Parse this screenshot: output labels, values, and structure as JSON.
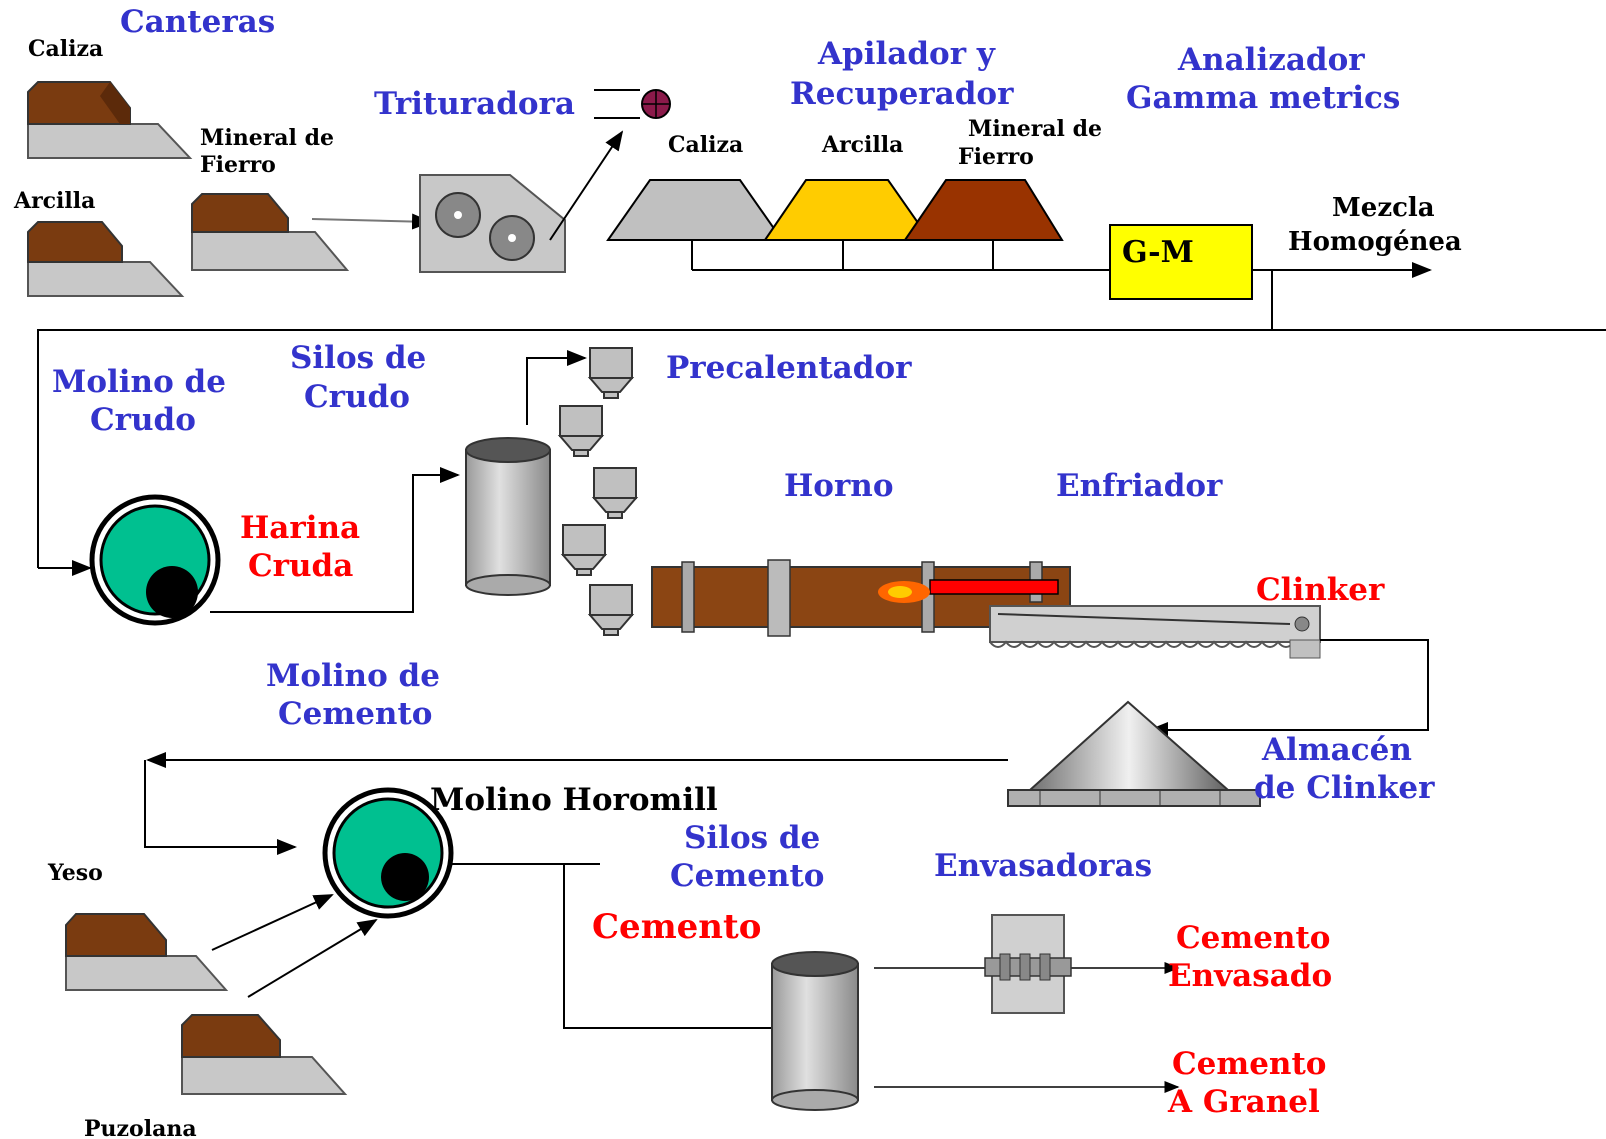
{
  "quarry": {
    "title": "Canteras",
    "caliza": "Caliza",
    "arcilla": "Arcilla",
    "mineral_l1": "Mineral de",
    "mineral_l2": "Fierro"
  },
  "crusher": {
    "title": "Trituradora"
  },
  "stacker": {
    "title_l1": "Apilador y",
    "title_l2": "Recuperador",
    "caliza": "Caliza",
    "arcilla": "Arcilla",
    "mineral_l1": "Mineral de",
    "mineral_l2": "Fierro"
  },
  "analyzer": {
    "title_l1": "Analizador",
    "title_l2": "Gamma metrics",
    "box_label": "G-M",
    "output_l1": "Mezcla",
    "output_l2": "Homogénea"
  },
  "raw_mill": {
    "title_l1": "Molino de",
    "title_l2": "Crudo",
    "product_l1": "Harina",
    "product_l2": "Cruda"
  },
  "raw_silos": {
    "title_l1": "Silos de",
    "title_l2": "Crudo"
  },
  "preheater": {
    "title": "Precalentador"
  },
  "kiln": {
    "title": "Horno"
  },
  "cooler": {
    "title": "Enfriador",
    "product": "Clinker"
  },
  "clinker_store": {
    "title_l1": "Almacén",
    "title_l2": "de Clinker"
  },
  "cement_mill": {
    "title_l1": "Molino de",
    "title_l2": "Cemento",
    "horomill": "Molino Horomill",
    "yeso": "Yeso",
    "puzolana": "Puzolana",
    "product": "Cemento"
  },
  "cement_silos": {
    "title_l1": "Silos de",
    "title_l2": "Cemento"
  },
  "packers": {
    "title": "Envasadoras"
  },
  "outputs": {
    "bagged_l1": "Cemento",
    "bagged_l2": "Envasado",
    "bulk_l1": "Cemento",
    "bulk_l2": "A Granel"
  },
  "colors": {
    "label_blue": "#3333cc",
    "label_red": "#ff0000",
    "pile_brown": "#7a3b10",
    "pile_gray": "#c8c8c8",
    "mill_green": "#00c090",
    "analyzer_yellow": "#ffff00",
    "stock_gray": "#c0c0c0",
    "stock_yellow": "#ffcc00",
    "stock_brown": "#993300",
    "kiln_brown": "#8b4513"
  }
}
